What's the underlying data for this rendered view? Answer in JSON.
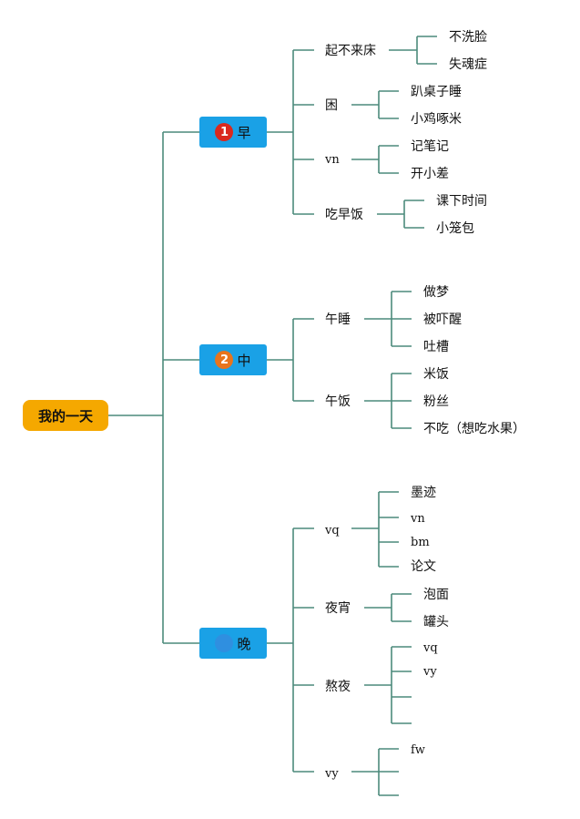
{
  "colors": {
    "root_fill": "#f5a800",
    "branch_fill": "#1aa1e6",
    "line": "#4c8a7c",
    "badge_red": "#d9281e",
    "badge_orange": "#e8741c",
    "badge_blue": "#2f8fe0"
  },
  "root": {
    "label": "我的一天"
  },
  "branches": [
    {
      "label": "早",
      "badge": "1",
      "icon": "priority-1-badge-icon",
      "children": [
        {
          "label": "起不来床",
          "children": [
            "不洗脸",
            "失魂症"
          ]
        },
        {
          "label": "困",
          "children": [
            "趴桌子睡",
            "小鸡啄米"
          ]
        },
        {
          "label": "vn",
          "children": [
            "记笔记",
            "开小差"
          ]
        },
        {
          "label": "吃早饭",
          "children": [
            "课下时间",
            "小笼包"
          ]
        }
      ]
    },
    {
      "label": "中",
      "badge": "2",
      "icon": "priority-2-badge-icon",
      "children": [
        {
          "label": "午睡",
          "children": [
            "做梦",
            "被吓醒",
            "吐槽"
          ]
        },
        {
          "label": "午饭",
          "children": [
            "米饭",
            "粉丝",
            "不吃（想吃水果）"
          ]
        }
      ]
    },
    {
      "label": "晚",
      "badge": "",
      "icon": "priority-3-badge-icon",
      "children": [
        {
          "label": "vq",
          "children": [
            "墨迹",
            "vn",
            "bm",
            "论文"
          ]
        },
        {
          "label": "夜宵",
          "children": [
            "泡面",
            "罐头"
          ]
        },
        {
          "label": "熬夜",
          "children": [
            "vq",
            "vy",
            "",
            ""
          ]
        },
        {
          "label": "vy",
          "children": [
            "fw",
            "",
            ""
          ]
        }
      ]
    }
  ]
}
